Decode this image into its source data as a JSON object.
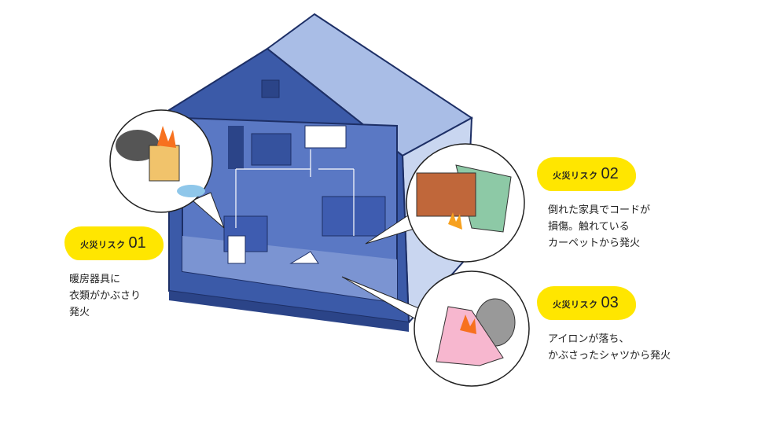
{
  "risks": [
    {
      "label": "火災リスク",
      "number": "01",
      "description": "暖房器具に\n衣類がかぶさり\n発火"
    },
    {
      "label": "火災リスク",
      "number": "02",
      "description": "倒れた家具でコードが\n損傷。触れている\nカーペットから発火"
    },
    {
      "label": "火災リスク",
      "number": "03",
      "description": "アイロンが落ち、\nかぶさったシャツから発火"
    }
  ],
  "colors": {
    "badge": "#ffe600",
    "house_dark": "#3b5aa8",
    "house_light": "#a9bde6",
    "room": "#4a68b8"
  }
}
